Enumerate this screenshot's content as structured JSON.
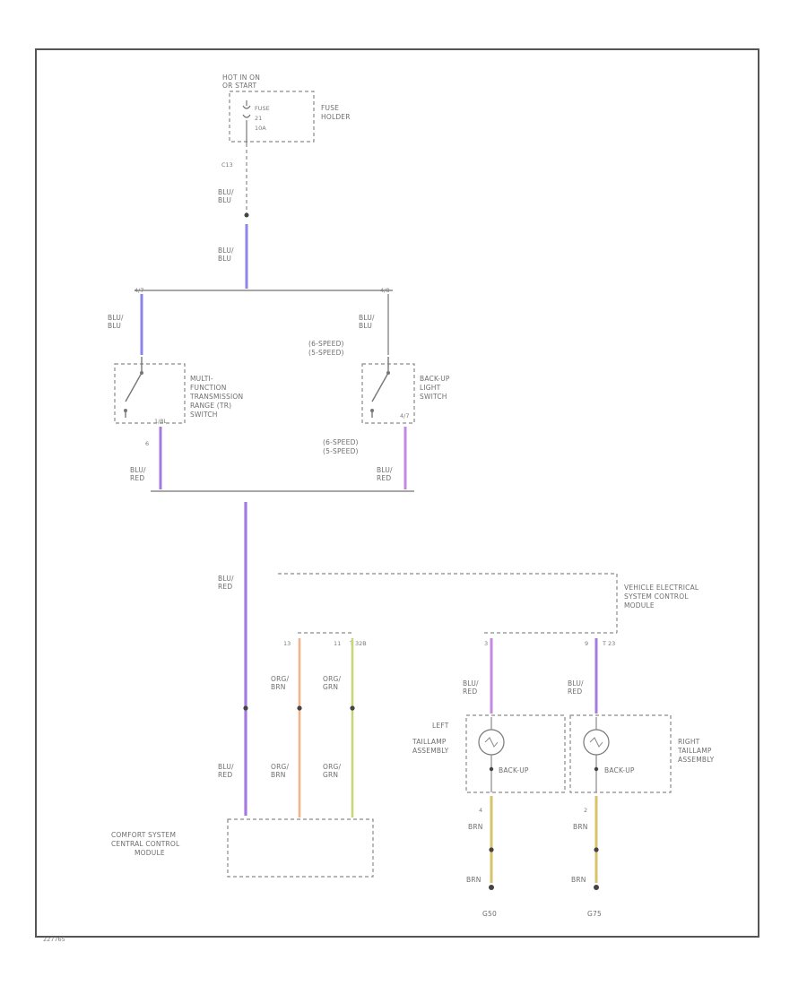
{
  "colors": {
    "blue_wire": "#8c86e8",
    "blue_red_wire": "#a57ae0",
    "violet_wire": "#c48ae0",
    "orange_wire": "#f2b48a",
    "green_wire": "#c4d87a",
    "brown_yellow_wire": "#d9c36a",
    "line_gray": "#8a8a8a"
  },
  "fuse": {
    "hot_label_1": "HOT IN ON",
    "hot_label_2": "OR START",
    "fuse_text_1": "FUSE",
    "fuse_text_2": "21",
    "fuse_text_3": "10A",
    "holder_1": "FUSE",
    "holder_2": "HOLDER",
    "terminal": "C13"
  },
  "wires": {
    "blu_blu": "BLU/",
    "blu_blu_2": "BLU",
    "blu_red_1": "BLU/",
    "blu_red_2": "RED",
    "org_brn_1": "ORG/",
    "org_brn_2": "BRN",
    "org_grn_1": "ORG/",
    "org_grn_2": "GRN",
    "brn": "BRN"
  },
  "switch_left": {
    "pin_top": "4/7",
    "pin_bot": "1/8L",
    "pin_num": "6",
    "name_1": "MULTI-",
    "name_2": "FUNCTION",
    "name_3": "TRANSMISSION",
    "name_4": "RANGE (TR)",
    "name_5": "SWITCH"
  },
  "switch_right": {
    "pin_top": "4/8",
    "pin_bot": "4/7",
    "speed_a": "(6-SPEED)",
    "speed_b": "(5-SPEED)",
    "speed_c": "(6-SPEED)",
    "speed_d": "(5-SPEED)",
    "name_1": "BACK-UP",
    "name_2": "LIGHT",
    "name_3": "SWITCH"
  },
  "vescm": {
    "name_1": "VEHICLE ELECTRICAL",
    "name_2": "SYSTEM CONTROL",
    "name_3": "MODULE",
    "pin_left": "3",
    "pin_right": "9",
    "connector": "T 23"
  },
  "comfort": {
    "pin_a": "13",
    "pin_b": "11",
    "connector": "T 32B",
    "name_1": "COMFORT SYSTEM",
    "name_2": "CENTRAL CONTROL",
    "name_3": "MODULE"
  },
  "taillamps": {
    "left_1": "LEFT",
    "left_2": "TAILLAMP",
    "left_3": "ASSEMBLY",
    "right_1": "RIGHT",
    "right_2": "TAILLAMP",
    "right_3": "ASSEMBLY",
    "backup": "BACK-UP",
    "pin_left": "4",
    "pin_right": "2",
    "ground_left": "G50",
    "ground_right": "G75"
  },
  "footer_code": "227765"
}
